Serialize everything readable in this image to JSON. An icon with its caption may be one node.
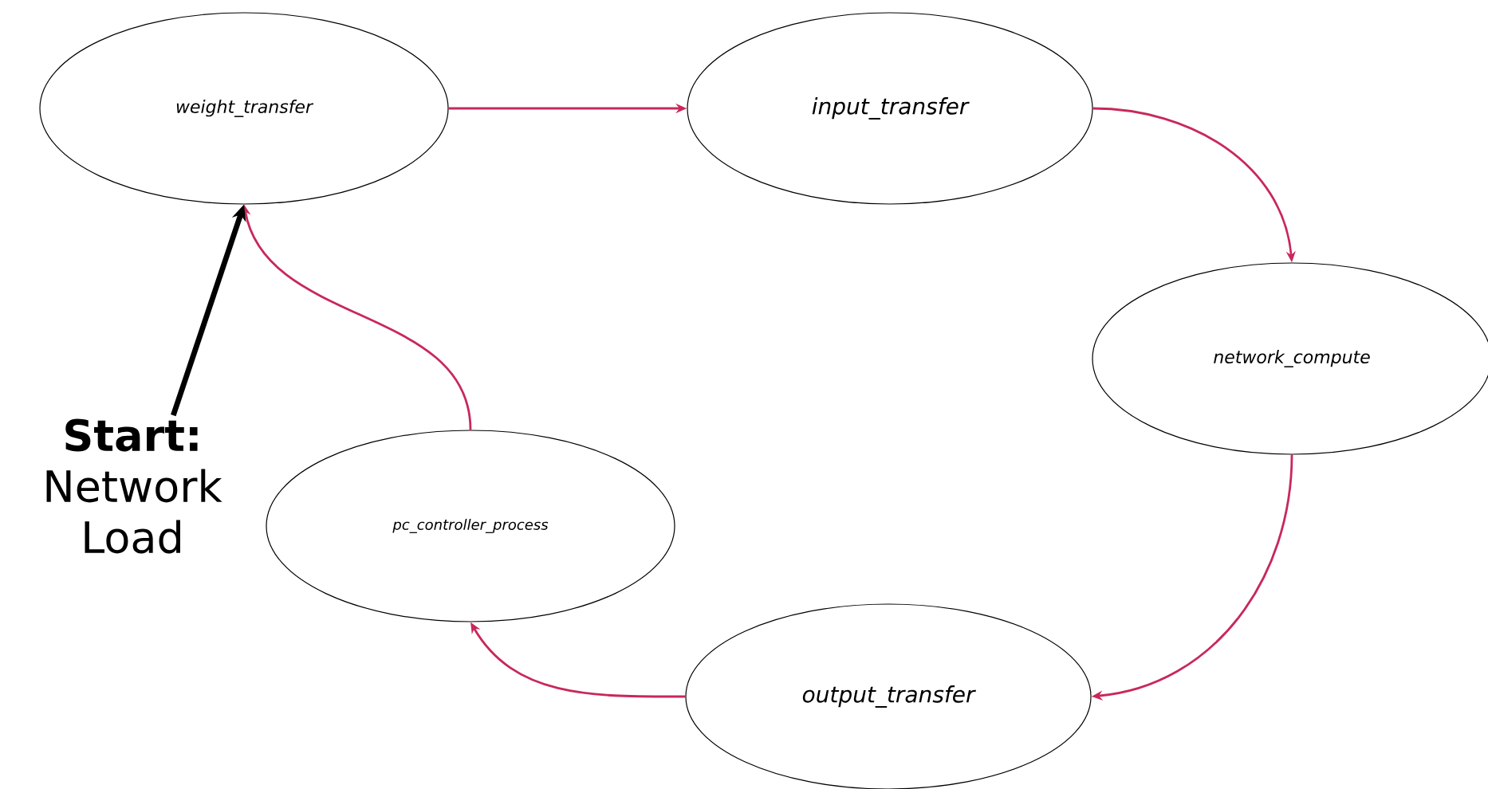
{
  "diagram": {
    "nodes": [
      {
        "text": [
          "weight_transfer"
        ]
      },
      {
        "text": [
          "input_transfer"
        ]
      },
      {
        "text": [
          "network_compute"
        ]
      },
      {
        "text": [
          "output_transfer"
        ]
      },
      {
        "text": [
          "pc_controller_process"
        ]
      },
      {
        "text": [
          "Start:",
          "Network Load"
        ]
      }
    ],
    "edges": [
      {
        "from": 0,
        "to": 1,
        "arrow": "to"
      },
      {
        "from": 1,
        "to": 2,
        "arrow": "to"
      },
      {
        "from": 2,
        "to": 3,
        "arrow": "to"
      },
      {
        "from": 3,
        "to": 4,
        "arrow": "to"
      },
      {
        "from": 4,
        "to": 0,
        "arrow": "to"
      },
      {
        "from": 5,
        "to": 0,
        "arrow": "to",
        "style": "thick",
        "color": "#000000"
      }
    ]
  }
}
